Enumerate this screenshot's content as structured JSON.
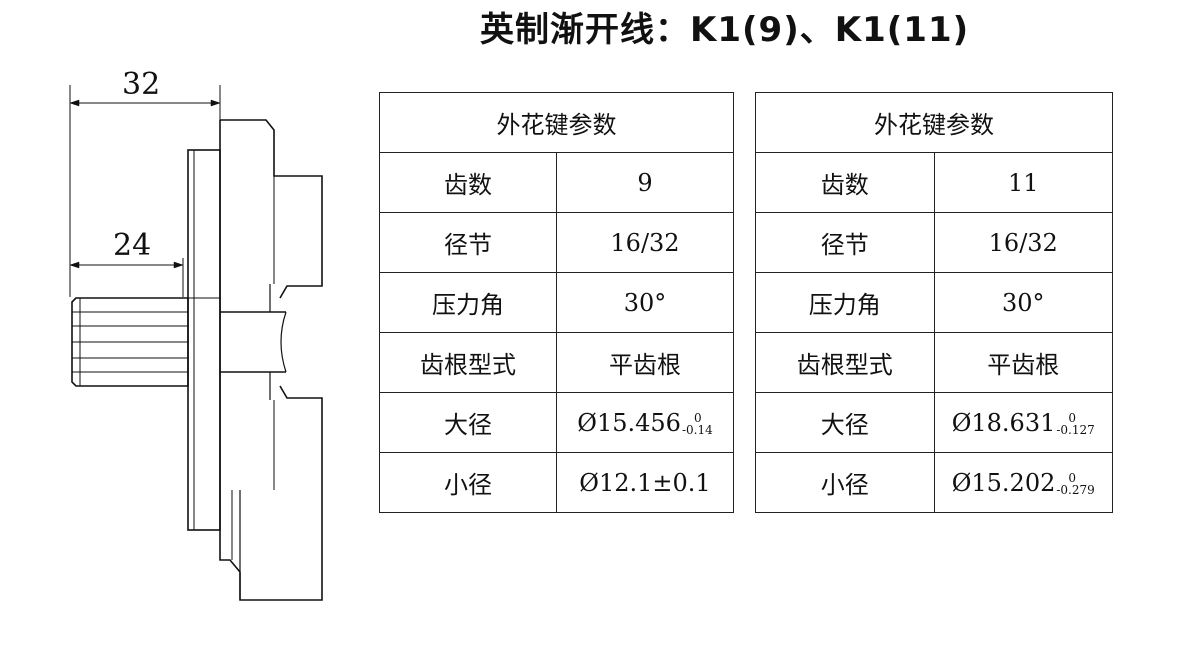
{
  "title": "英制渐开线：K1(9)、K1(11)",
  "dimensions": {
    "outer": "32",
    "inner": "24"
  },
  "tables": [
    {
      "header": "外花键参数",
      "rows": [
        {
          "label": "齿数",
          "value": "9"
        },
        {
          "label": "径节",
          "value": "16/32"
        },
        {
          "label": "压力角",
          "value": "30°"
        },
        {
          "label": "齿根型式",
          "value": "平齿根"
        },
        {
          "label": "大径",
          "value": "Ø15.456",
          "tol_upper": "0",
          "tol_lower": "-0.14"
        },
        {
          "label": "小径",
          "value": "Ø12.1±0.1"
        }
      ]
    },
    {
      "header": "外花键参数",
      "rows": [
        {
          "label": "齿数",
          "value": "11"
        },
        {
          "label": "径节",
          "value": "16/32"
        },
        {
          "label": "压力角",
          "value": "30°"
        },
        {
          "label": "齿根型式",
          "value": "平齿根"
        },
        {
          "label": "大径",
          "value": "Ø18.631",
          "tol_upper": "0",
          "tol_lower": "-0.127"
        },
        {
          "label": "小径",
          "value": "Ø15.202",
          "tol_upper": "0",
          "tol_lower": "-0.279"
        }
      ]
    }
  ]
}
